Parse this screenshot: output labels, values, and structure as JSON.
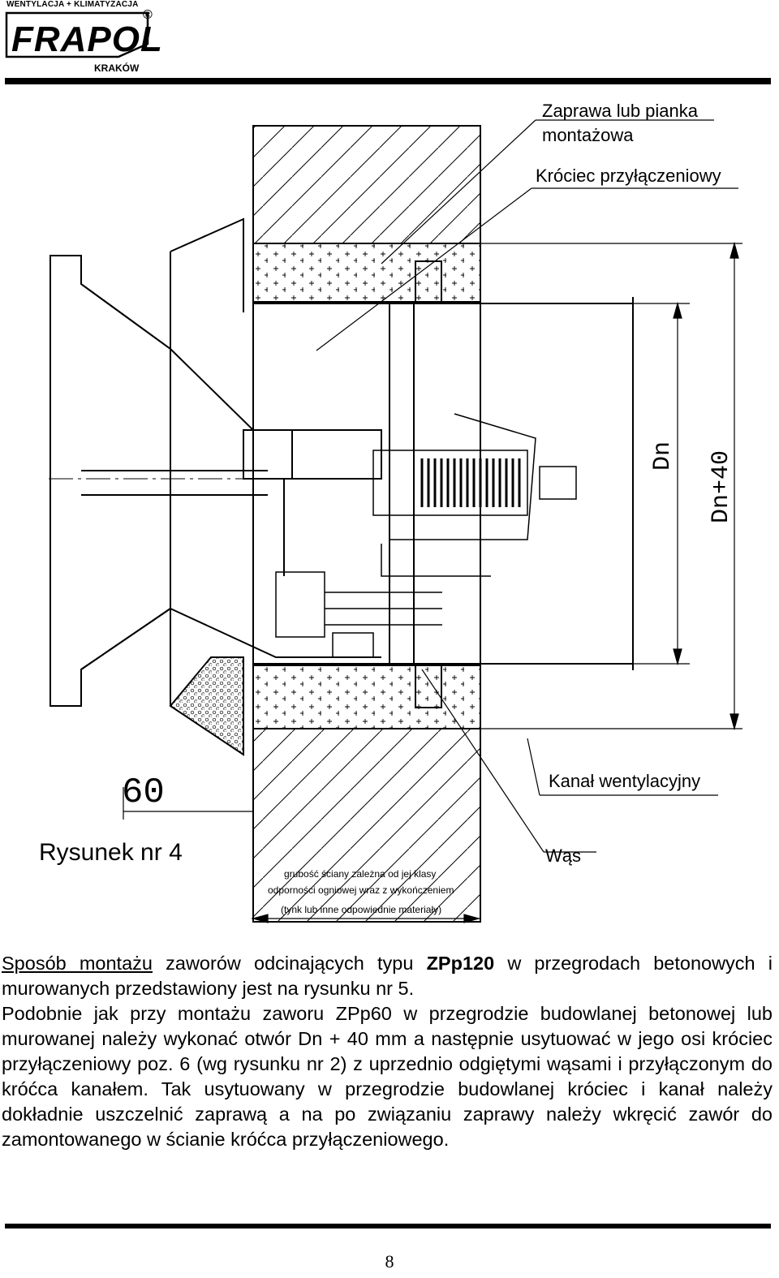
{
  "logo": {
    "tagline": "WENTYLACJA + KLIMATYZACJA",
    "word": "FRAPOL",
    "registered": "®",
    "city": "KRAKÓW"
  },
  "figure": {
    "label_mortar": [
      "Zaprawa lub pianka",
      "montażowa"
    ],
    "label_stub": "Króciec przyłączeniowy",
    "label_duct": "Kanał wentylacyjny",
    "label_whisker": "Wąs",
    "figure_title": "Rysunek nr 4",
    "dim_60": "60",
    "dim_dn": "Dn",
    "dim_dn40": "Dn+40",
    "wall_note": [
      "grubość ściany zależna od jej klasy",
      "odporności ogniowej wraz z wykończeniem",
      "(tynk lub inne odpowiednie materiały)"
    ]
  },
  "text": {
    "p1_u": "Sposób montażu",
    "p1_a": " zaworów odcinających typu ",
    "p1_b": "ZPp120",
    "p1_c": " w przegrodach betonowych i murowanych przedstawiony jest na rysunku nr 5.",
    "p2": "Podobnie jak przy montażu zaworu ZPp60 w przegrodzie budowlanej betonowej lub murowanej należy wykonać otwór Dn + 40 mm a następnie usytuować w jego osi króciec przyłączeniowy poz. 6 (wg rysunku nr 2) z uprzednio odgiętymi wąsami i przyłączonym do króćca kanałem. Tak usytuowany w przegrodzie budowlanej króciec i kanał należy dokładnie uszczelnić zaprawą a na po związaniu zaprawy należy wkręcić zawór do zamontowanego w ścianie króćca przyłączeniowego."
  },
  "page_number": "8"
}
